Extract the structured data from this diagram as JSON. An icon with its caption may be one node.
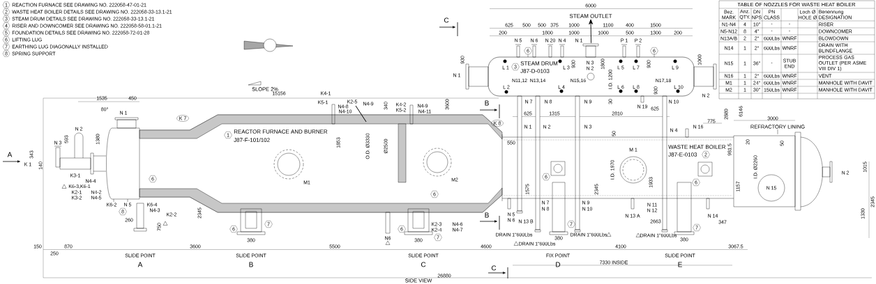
{
  "diagram": {
    "nodes": [
      {
        "text": [
          "REACTOR FURNACE AND BURNER",
          "J87-F-101/102"
        ]
      },
      {
        "text": [
          "WASTE HEAT BOILER",
          "J87-E-0103"
        ]
      },
      {
        "text": [
          "STEAM DRUM",
          "J87-D-0103"
        ]
      },
      {
        "text": [
          "STEAM OUTLET"
        ]
      },
      {
        "text": [
          "REFRACTORY LINING"
        ]
      }
    ],
    "edges": [
      {
        "from": 2,
        "to": 3,
        "arrow": "to"
      },
      {
        "from": 4,
        "to": 1,
        "arrow": "none"
      }
    ],
    "labels": [
      "1",
      "REACTION FURNACE SEE DRAWING NO. 222058-47-01-21",
      "2",
      "WASTE HEAT BOILER DETAILS SEE DRAWING NO. 222058-33-13.1-21",
      "3",
      "STEAM DRUM DETAILS SEE DRAWING NO. 222058-33-13.1-21",
      "4",
      "RISER AND DOWNCOMER SEE DRAWING NO. 222058-58-01.1-21",
      "5",
      "FOUNDATION DETAILS SEE DRAWING NO. 222058-72-01-28",
      "6",
      "LIFTING LUG",
      "7",
      "EARTHING LUG DIAGONALLY INSTALLED",
      "8",
      "SPRING SUPPORT",
      "SLOPE 2%",
      "TABLE OF NOZZLES FOR WASTE HEAT BOILER",
      "Bez. MARK",
      "Anz. QTY.",
      "DN NPS",
      "PN CLASS",
      "Loch Ø HOLE Ø",
      "Benennung DESIGNATION",
      "N1-N4",
      "4",
      "10\"",
      "-",
      "-",
      "RISER",
      "N5-N12",
      "8",
      "4\"",
      "-",
      "-",
      "DOWNCOMER",
      "N13A/B",
      "2",
      "2\"",
      "600Lbs",
      "WNRF",
      "BLOWDOWN",
      "N14",
      "1",
      "2\"",
      "600Lbs",
      "WNRF",
      "DRAIN WITH BLINDFLANGE",
      "N15",
      "1",
      "36\"",
      "-",
      "STUB END",
      "PROCESS GAS OUTLET (PER ASME VIII DIV 1)",
      "N16",
      "1",
      "2\"",
      "600Lbs",
      "WNRF",
      "VENT",
      "M1",
      "1",
      "24\"",
      "600Lbs",
      "WNRF",
      "MANHOLE WITH DAVIT",
      "M2",
      "1",
      "30\"",
      "150Lbs",
      "WNRF",
      "MANHOLE WITH DAVIT",
      "6000",
      "625",
      "500",
      "500",
      "375",
      "1000",
      "1100",
      "400",
      "1500",
      "200",
      "1800",
      "1000",
      "1000",
      "500",
      "1300",
      "200",
      "N 5",
      "N 6",
      "N 20",
      "N 4",
      "N 1",
      "P 1",
      "P 2",
      "N 1",
      "N 2",
      "L 1",
      "L 3",
      "L 5",
      "L 7",
      "L 9",
      "N 3",
      "N 2",
      "L 2",
      "N11,12",
      "N13,14",
      "L 4",
      "N15,16",
      "L 6",
      "L 8",
      "N17,18",
      "L 10",
      "N 7",
      "N 8",
      "N 9",
      "N 10",
      "N 19",
      "625",
      "625",
      "1315",
      "2810",
      "930",
      "930",
      "1800",
      "I.D. 1200",
      "930",
      "1000",
      "930",
      "30",
      "3600",
      "2880",
      "6146",
      "6",
      "6",
      "3",
      "C",
      "B",
      "B",
      "C",
      "A",
      "15156",
      "1535",
      "450",
      "80°",
      "N 1",
      "N 2",
      "N 3",
      "K 1",
      "343",
      "140",
      "593",
      "1380",
      "K3-1",
      "N4-4",
      "K6-3,K6-1",
      "K2-1",
      "K3-2",
      "N4-2",
      "N4-5",
      "K6-2",
      "N 5",
      "K6-4",
      "N4-3",
      "K2-2",
      "6",
      "8",
      "260",
      "750",
      "2345",
      "K 7",
      "K 8",
      "1",
      "1853",
      "O.D. Ø3330",
      "Ø2500",
      "340",
      "M1",
      "M2",
      "K4-1",
      "K5-1",
      "K2-5",
      "N4-9",
      "N4-8",
      "N4-10",
      "K4-2",
      "K5-2",
      "N4-9",
      "N4-11",
      "6",
      "7",
      "6",
      "6",
      "7",
      "380",
      "380",
      "N6",
      "150",
      "250",
      "870",
      "3600",
      "5500",
      "4600",
      "4100",
      "3067.5",
      "SLIDE POINT",
      "SLIDE POINT",
      "SLIDE POINT",
      "FIX POINT",
      "SLIDE POINT",
      "A",
      "B",
      "C",
      "D",
      "E",
      "SIDE VIEW",
      "K2-3",
      "K2-4",
      "N4-6",
      "N4-7",
      "550",
      "N 1",
      "N 2",
      "N 3",
      "N 4",
      "N 16",
      "775",
      "3000",
      "50",
      "M 1",
      "1575",
      "2345",
      "I.D. 1970",
      "1933",
      "981.5",
      "1157",
      "I.D. Ø2260",
      "N 15",
      "N 2",
      "1015",
      "2345",
      "1330",
      "20",
      "50",
      "2",
      "6",
      "6",
      "7",
      "7",
      "N 7",
      "N 9",
      "N 11",
      "N 8",
      "N 10",
      "N 12",
      "N 5",
      "N 13 A",
      "N 14",
      "N 6",
      "N 13 B",
      "DRAIN 1\"600Lbs",
      "DRAIN 1\"600Lbs",
      "DRAIN 1\"600Lbs",
      "DRAIN 1\"600Lbs",
      "2663",
      "347",
      "380",
      "380",
      "7330 INSIDE",
      "26880"
    ]
  }
}
